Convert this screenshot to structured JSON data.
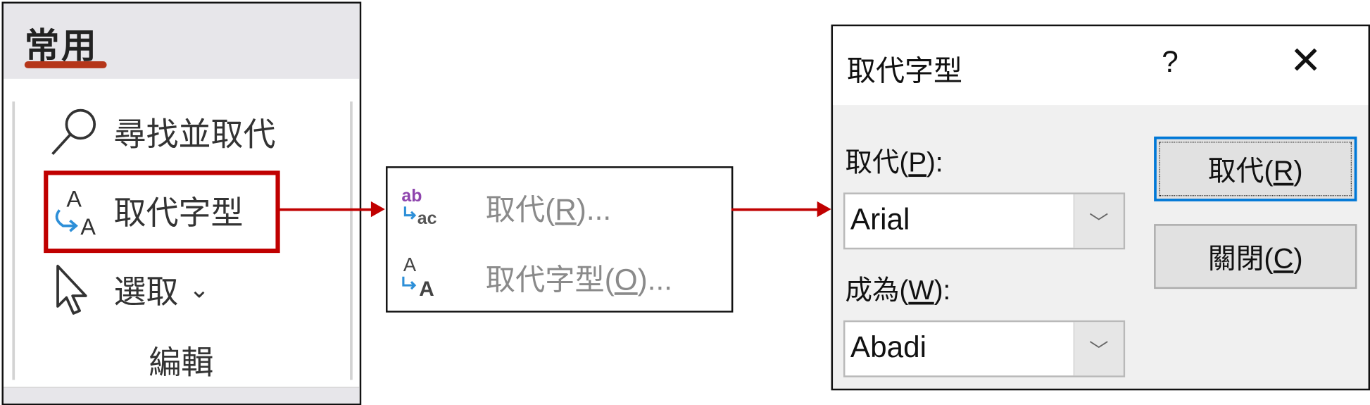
{
  "ribbon": {
    "tab_label": "常用",
    "items": [
      {
        "label": "尋找並取代",
        "icon": "search-icon"
      },
      {
        "label": "取代字型",
        "icon": "replace-font-icon"
      },
      {
        "label": "選取",
        "icon": "cursor-icon",
        "chevron": "⌄"
      }
    ],
    "group_label": "編輯"
  },
  "menu": {
    "items": [
      {
        "label": "取代(",
        "mnemonic": "R",
        "suffix": ")...",
        "icon": "replace-text-icon"
      },
      {
        "label": "取代字型(",
        "mnemonic": "O",
        "suffix": ")...",
        "icon": "replace-font-icon"
      }
    ]
  },
  "dialog": {
    "title": "取代字型",
    "help": "?",
    "close": "✕",
    "replace_label": {
      "text": "取代(",
      "mnemonic": "P",
      "suffix": "):"
    },
    "replace_value": "Arial",
    "with_label": {
      "text": "成為(",
      "mnemonic": "W",
      "suffix": "):"
    },
    "with_value": "Abadi",
    "dropdown_glyph": "﹀",
    "btn_replace": {
      "text": "取代(",
      "mnemonic": "R",
      "suffix": ")"
    },
    "btn_close": {
      "text": "關閉(",
      "mnemonic": "C",
      "suffix": ")"
    }
  },
  "colors": {
    "highlight": "#c00000",
    "tab_underline": "#b5361a",
    "focus": "#0078d7",
    "icon_blue": "#2d8fd8",
    "icon_purple": "#8e44ad"
  }
}
